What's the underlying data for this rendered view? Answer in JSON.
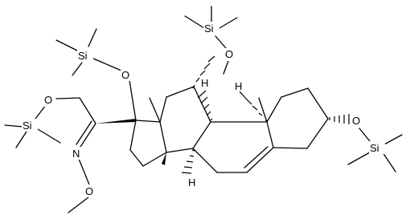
{
  "molecule": {
    "atom_labels": {
      "si_top": "Si",
      "o_top": "O",
      "si_upper_left": "Si",
      "o_upper_left": "O",
      "si_left": "Si",
      "o_left": "O",
      "n_oxime": "N",
      "o_methoxy": "O",
      "si_right": "Si",
      "o_right": "O",
      "h_upper": "H",
      "h_lower": "H",
      "h_bottom": "H"
    }
  }
}
